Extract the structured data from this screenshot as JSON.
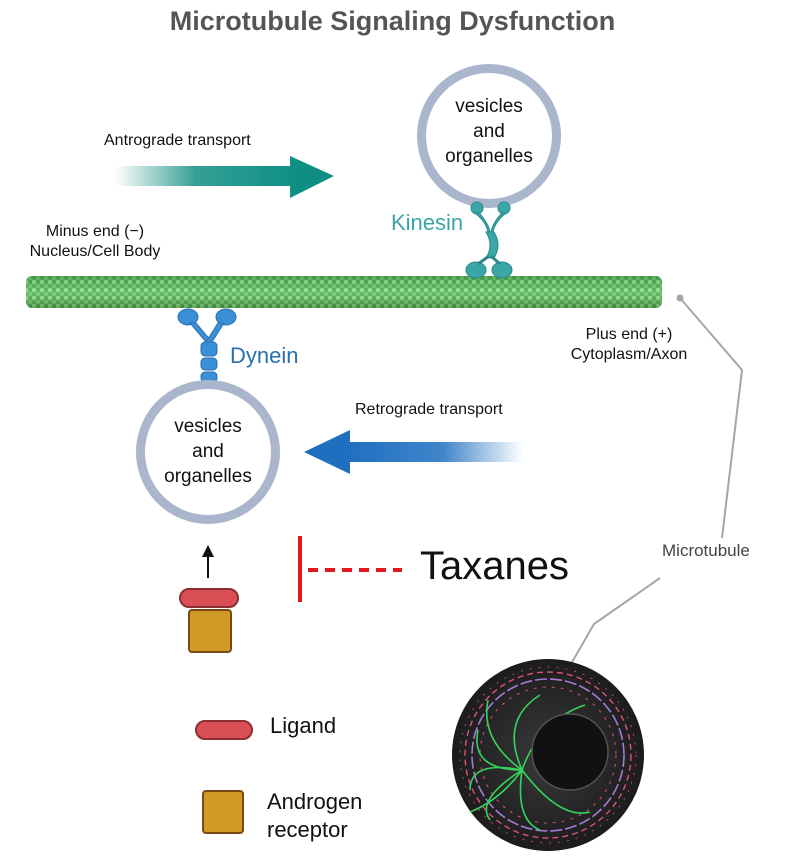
{
  "title": "Microtubule Signaling Dysfunction",
  "antrograde_label": "Antrograde transport",
  "retrograde_label": "Retrograde transport",
  "minus_end": {
    "line1": "Minus end (−)",
    "line2": "Nucleus/Cell Body"
  },
  "plus_end": {
    "line1": "Plus end (+)",
    "line2": "Cytoplasm/Axon"
  },
  "kinesin_label": "Kinesin",
  "dynein_label": "Dynein",
  "vesicle_top": {
    "line1": "vesicles",
    "line2": "and",
    "line3": "organelles"
  },
  "vesicle_bottom": {
    "line1": "vesicles",
    "line2": "and",
    "line3": "organelles"
  },
  "taxanes_label": "Taxanes",
  "microtubule_label": "Microtubule",
  "legend": {
    "ligand": "Ligand",
    "receptor_line1": "Androgen",
    "receptor_line2": "receptor"
  },
  "colors": {
    "title": "#555555",
    "kinesin": "#3aa6a6",
    "dynein": "#2a6fb0",
    "antrograde_arrow": "#0f8f84",
    "retrograde_arrow": "#1f6fc0",
    "microtubule": "#6fcf6a",
    "inhibition": "#e3171b",
    "ligand": "#d94f55",
    "receptor": "#d19a26"
  }
}
